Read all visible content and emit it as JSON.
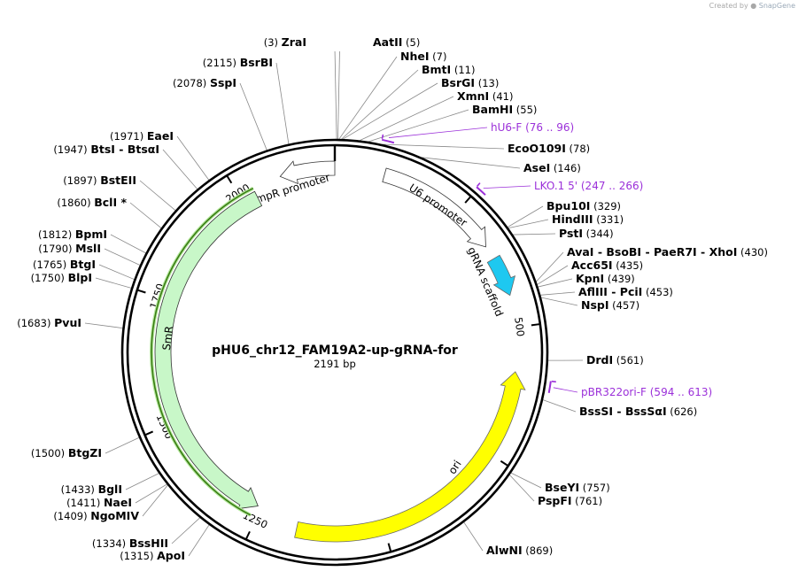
{
  "credit": {
    "prefix": "Created by",
    "brand": "SnapGene"
  },
  "plasmid": {
    "name": "pHU6_chr12_FAM19A2-up-gRNA-for",
    "size_label": "2191 bp",
    "length": 2191
  },
  "ticks": [
    250,
    500,
    750,
    1000,
    1250,
    1500,
    1750,
    2000
  ],
  "features": [
    {
      "name": "AmpR promoter",
      "start": 2086,
      "end": 2191,
      "dir": -1,
      "style": "outline",
      "color": "#ffffff"
    },
    {
      "name": "U6 promoter",
      "start": 95,
      "end": 335,
      "dir": 1,
      "style": "outline",
      "color": "#ffffff"
    },
    {
      "name": "gRNA scaffold",
      "start": 362,
      "end": 438,
      "dir": 1,
      "style": "solid",
      "color": "#1ec8f0"
    },
    {
      "name": "ori",
      "start": 585,
      "end": 1170,
      "dir": -1,
      "style": "solid",
      "color": "#ffff00"
    },
    {
      "name": "SmR",
      "start": 1257,
      "end": 2030,
      "dir": -1,
      "style": "outline",
      "color": "#c8f7c8"
    }
  ],
  "primers": [
    {
      "label": "hU6-F",
      "range": "(76 .. 96)",
      "start": 76,
      "end": 96
    },
    {
      "label": "LKO.1 5'",
      "range": "(247 .. 266)",
      "start": 247,
      "end": 266
    },
    {
      "label": "pBR322ori-F",
      "range": "(594 .. 613)",
      "start": 594,
      "end": 613
    }
  ],
  "sites": [
    {
      "pos": "(3)",
      "name": "ZraI",
      "p": 3
    },
    {
      "pos": "(5)",
      "name": "AatII",
      "p": 5
    },
    {
      "pos": "(7)",
      "name": "NheI",
      "p": 7
    },
    {
      "pos": "(11)",
      "name": "BmtI",
      "p": 11
    },
    {
      "pos": "(13)",
      "name": "BsrGI",
      "p": 13
    },
    {
      "pos": "(41)",
      "name": "XmnI",
      "p": 41
    },
    {
      "pos": "(55)",
      "name": "BamHI",
      "p": 55
    },
    {
      "pos": "(78)",
      "name": "EcoO109I",
      "p": 78
    },
    {
      "pos": "(146)",
      "name": "AseI",
      "p": 146
    },
    {
      "pos": "(329)",
      "name": "Bpu10I",
      "p": 329
    },
    {
      "pos": "(331)",
      "name": "HindIII",
      "p": 331
    },
    {
      "pos": "(344)",
      "name": "PstI",
      "p": 344
    },
    {
      "pos": "(430)",
      "name": "AvaI  - BsoBI  - PaeR7I  - XhoI",
      "p": 430
    },
    {
      "pos": "(435)",
      "name": "Acc65I",
      "p": 435
    },
    {
      "pos": "(439)",
      "name": "KpnI",
      "p": 439
    },
    {
      "pos": "(453)",
      "name": "AflIII  - PciI",
      "p": 453
    },
    {
      "pos": "(457)",
      "name": "NspI",
      "p": 457
    },
    {
      "pos": "(561)",
      "name": "DrdI",
      "p": 561
    },
    {
      "pos": "(626)",
      "name": "BssSI  - BssSαI",
      "p": 626
    },
    {
      "pos": "(757)",
      "name": "BseYI",
      "p": 757
    },
    {
      "pos": "(761)",
      "name": "PspFI",
      "p": 761
    },
    {
      "pos": "(869)",
      "name": "AlwNI",
      "p": 869
    },
    {
      "pos": "(1315)",
      "name": "ApoI",
      "p": 1315
    },
    {
      "pos": "(1334)",
      "name": "BssHII",
      "p": 1334
    },
    {
      "pos": "(1409)",
      "name": "NgoMIV",
      "p": 1409
    },
    {
      "pos": "(1411)",
      "name": "NaeI",
      "p": 1411
    },
    {
      "pos": "(1433)",
      "name": "BglI",
      "p": 1433
    },
    {
      "pos": "(1500)",
      "name": "BtgZI",
      "p": 1500
    },
    {
      "pos": "(1683)",
      "name": "PvuI",
      "p": 1683
    },
    {
      "pos": "(1750)",
      "name": "BlpI",
      "p": 1750
    },
    {
      "pos": "(1765)",
      "name": "BtgI",
      "p": 1765
    },
    {
      "pos": "(1790)",
      "name": "MslI",
      "p": 1790
    },
    {
      "pos": "(1812)",
      "name": "BpmI",
      "p": 1812
    },
    {
      "pos": "(1860)",
      "name": "BclI *",
      "p": 1860
    },
    {
      "pos": "(1897)",
      "name": "BstEII",
      "p": 1897
    },
    {
      "pos": "(1947)",
      "name": "BtsI  - BtsαI",
      "p": 1947
    },
    {
      "pos": "(1971)",
      "name": "EaeI",
      "p": 1971
    },
    {
      "pos": "(2078)",
      "name": "SspI",
      "p": 2078
    },
    {
      "pos": "(2115)",
      "name": "BsrBI",
      "p": 2115
    }
  ]
}
